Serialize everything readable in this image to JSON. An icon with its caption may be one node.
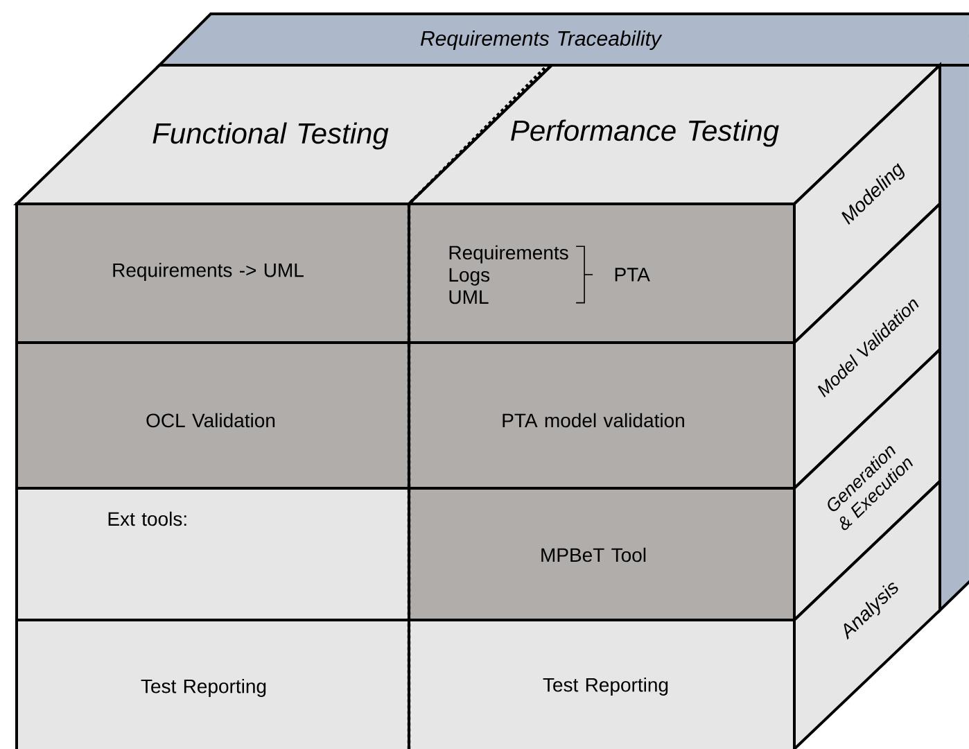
{
  "diagram": {
    "nodes": [
      {
        "text": [
          "Requirements Traceability"
        ]
      },
      {
        "text": [
          "Functional Testing"
        ]
      },
      {
        "text": [
          "Performance Testing"
        ]
      },
      {
        "text": [
          "Requirements -> UML"
        ]
      },
      {
        "text": [
          "Requirements",
          "Logs",
          "UML",
          "PTA"
        ]
      },
      {
        "text": [
          "OCL Validation"
        ]
      },
      {
        "text": [
          "PTA model validation"
        ]
      },
      {
        "text": [
          "Ext tools:"
        ]
      },
      {
        "text": [
          "MPBeT Tool"
        ]
      },
      {
        "text": [
          "Test Reporting"
        ]
      },
      {
        "text": [
          "Test Reporting"
        ]
      },
      {
        "text": [
          "Modeling"
        ]
      },
      {
        "text": [
          "Model Validation"
        ]
      },
      {
        "text": [
          "Generation & Execution"
        ]
      },
      {
        "text": [
          "Analysis"
        ]
      }
    ]
  }
}
